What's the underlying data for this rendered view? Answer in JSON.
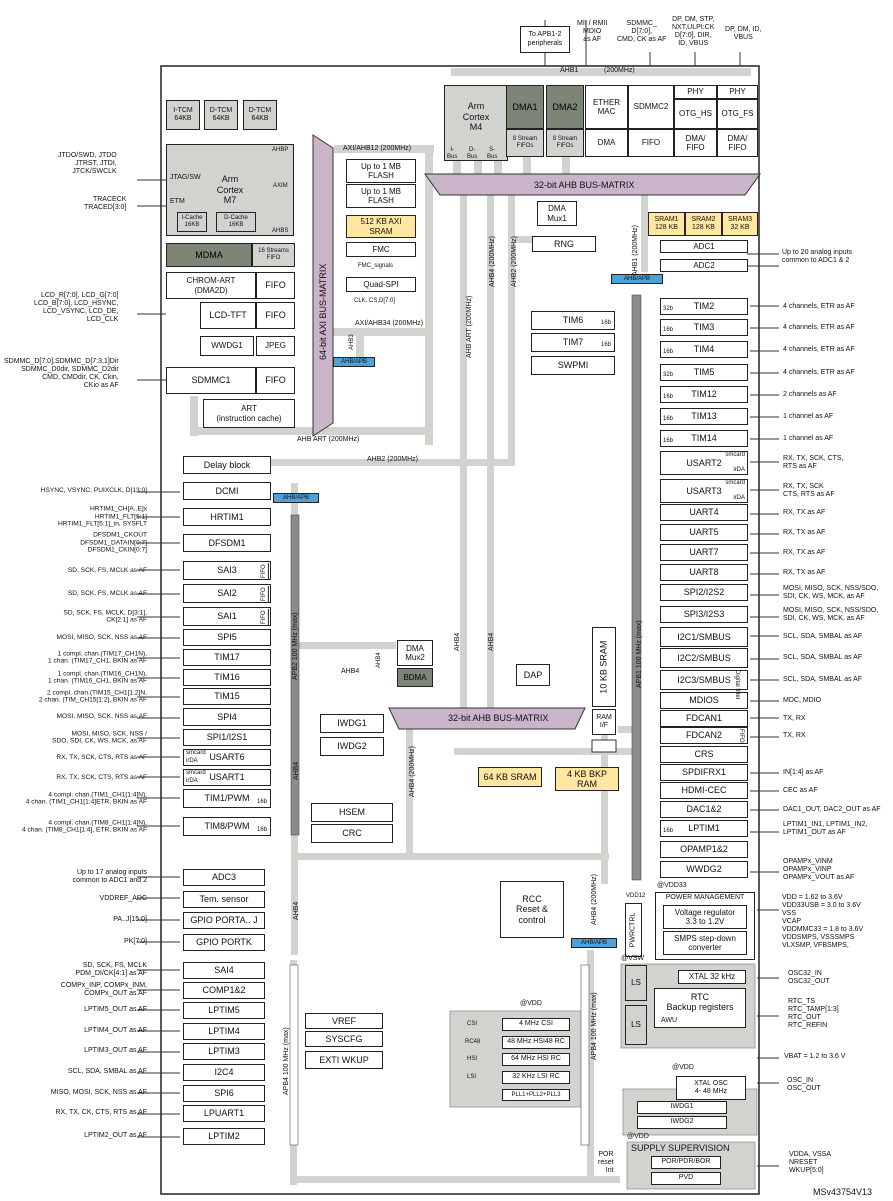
{
  "ref": "MSv43754V13",
  "core": {
    "itcm": "I-TCM\n64KB",
    "dtcm1": "D-TCM\n64KB",
    "dtcm2": "D-TCM\n64KB",
    "cpu": "Arm\nCortex\nM7",
    "jtag": "JTAG/SW",
    "etm": "ETM",
    "axim": "AXIM",
    "ahbp": "AHBP",
    "ahbs": "AHBS",
    "icache": "I-Cache\n16KB",
    "dcache": "D-Cache\n16KB"
  },
  "left_blocks": {
    "mdma": "MDMA",
    "mdma_fifo": "16 Streams\nFIFO",
    "chrom": "CHROM-ART\n(DMA2D)",
    "fifo": "FIFO",
    "lcd": "LCD-TFT",
    "wwdg1": "WWDG1",
    "jpeg": "JPEG",
    "sdmmc1": "SDMMC1",
    "art": "ART\n(instruction cache)"
  },
  "axi": {
    "matrix": "64-bit AXI BUS-MATRIX",
    "bus12": "AXI/AHB12 (200MHz)",
    "bus34": "AXI/AHB34 (200MHz)",
    "flash1": "Up to 1 MB\nFLASH",
    "flash2": "Up to 1 MB\nFLASH",
    "sram": "512 KB AXI\nSRAM",
    "fmc": "FMC",
    "fmc_sig": "FMC_signals",
    "qspi": "Quad-SPI",
    "qspi_sig": "CLK, CS,D[7:0]",
    "ahb3": "AHB3",
    "ahbapb": "AHB/APB",
    "ahbart": "AHB ART (200MHz)"
  },
  "top": {
    "apb12": "To APB1-2\nperipherals",
    "mii": "MII / RMII\nMDIO\nas AF",
    "sdmmc_pins": "SDMMC_\nD[7:0],\nCMD, CK as AF",
    "hs_pins": "DP, DM, STP,\nNXT,ULPI:CK\nD[7:0], DIR,\nID, VBUS",
    "fs_pins": "DP, DM, ID,\nVBUS",
    "ahb1": "AHB1",
    "ahb1_f": "(200MHz)",
    "m4": "Arm\nCortex\nM4",
    "ibus": "I-\nBus",
    "dbus": "D-\nBus",
    "sbus": "S-\nBus",
    "dma1": "DMA1",
    "dma2": "DMA2",
    "stream": "8 Stream\nFIFOs",
    "eth": "ETHER\nMAC",
    "eth_dma": "DMA",
    "sdmmc2": "SDMMC2",
    "sdmmc2_fifo": "FIFO",
    "phy": "PHY",
    "otghs": "OTG_HS",
    "otgfs": "OTG_FS",
    "dmafifo": "DMA/\nFIFO",
    "ahb_matrix": "32-bit AHB BUS-MATRIX"
  },
  "mid": {
    "dmamux1": "DMA\nMux1",
    "sram1": "SRAM1\n128 KB",
    "sram2": "SRAM2\n128 KB",
    "sram3": "SRAM3\n32 KB",
    "rng": "RNG",
    "ahb1_200": "AHB1 (200MHz)",
    "ahb2_200": "AHB2 (200MHz)",
    "ahb4_200": "AHB4 (200MHz)",
    "ahbart_200": "AHB ART (200MHz)",
    "ahb2_h": "AHB2 (200MHz)",
    "adc1": "ADC1",
    "adc2": "ADC2",
    "adc_in": "Up to 20 analog inputs\ncommon to ADC1 & 2",
    "ahbapb": "AHB/APB",
    "tim6": "TIM6",
    "tim7": "TIM7",
    "b16": "16b",
    "b32": "32b",
    "swpmi": "SWPMI",
    "sram10": "10 KB SRAM",
    "ramif": "RAM\nI/F",
    "dap": "DAP",
    "dmamux2": "DMA\nMux2",
    "bdma": "BDMA",
    "ahb4": "AHB4",
    "ahb_matrix2": "32-bit AHB BUS-MATRIX",
    "sram64": "64 KB SRAM",
    "bkp": "4 KB BKP\nRAM",
    "iwdg1": "IWDG1",
    "iwdg2": "IWDG2",
    "hsem": "HSEM",
    "crc": "CRC",
    "rcc": "RCC\nReset &\ncontrol",
    "ahb4_v": "AHB4 (200MHz)",
    "apb1": "APB1 100 MHz (max)",
    "apb2": "APB2 100 MHz (max)",
    "apb4": "APB4 100 MHz (max)",
    "ahb4_l": "AHB4",
    "vref": "VREF",
    "syscfg": "SYSCFG",
    "exti": "EXTI WKUP"
  },
  "apb2_blocks": [
    {
      "label": "Delay block"
    },
    {
      "label": "DCMI"
    },
    {
      "label": "HRTIM1"
    },
    {
      "label": "DFSDM1"
    },
    {
      "label": "SAI3"
    },
    {
      "label": "SAI2"
    },
    {
      "label": "SAI1"
    },
    {
      "label": "SPI5"
    },
    {
      "label": "TIM17"
    },
    {
      "label": "TIM16"
    },
    {
      "label": "TIM15"
    },
    {
      "label": "SPI4"
    },
    {
      "label": "SPI1/I2S1"
    },
    {
      "label": "USART6"
    },
    {
      "label": "USART1"
    },
    {
      "label": "TIM1/PWM"
    },
    {
      "label": "TIM8/PWM"
    }
  ],
  "apb2_pins": [
    "",
    "HSYNC, VSYNC, PUIXCLK, D[13:0]",
    "HRTIM1_CH[A..E]x\nHRTIM1_FLT[5:1]\nHRTIM1_FLT[5:1]_in, SYSFLT",
    "DFSDM1_CKOUT\nDFSDM1_DATAIN[0:7]\nDFSDM1_CKIN[0:7]",
    "SD, SCK, FS, MCLK as AF",
    "SD, SCK, FS, MCLK as AF",
    "SD, SCK, FS, MCLK, D[3:1],\nCK[2:1] as AF",
    "MOSI, MISO, SCK, NSS as AF",
    "1 compl. chan.(TIM17_CH1N),\n1 chan. (TIM17_CH1, BKIN as AF",
    "1 compl. chan.(TIM16_CH1N),\n1 chan. (TIM16_CH1, BKIN as AF",
    "2 compl. chan.(TIM15_CH1[1:2]N,\n2 chan. (TIM_CH15[1:2], BKIN as AF",
    "MOSI, MISO, SCK, NSS as AF",
    "MOSI, MISO, SCK, NSS /\nSDO, SDI, CK, WS, MCK, as AF",
    "RX, TX, SCK, CTS, RTS as AF",
    "RX, TX, SCK, CTS, RTS as AF",
    "4 compl. chan.(TIM1_CH1[1:4]N),\n4 chan. (TIM1_CH1[1:4]ETR, BKIN as AF",
    "4 compl. chan.(TIM8_CH1[1:4]N),\n4 chan. (TIM8_CH1[1:4], ETR, BKIN as AF"
  ],
  "apb1_blocks": [
    {
      "label": "TIM2",
      "w": "32b"
    },
    {
      "label": "TIM3",
      "w": "16b"
    },
    {
      "label": "TIM4",
      "w": "16b"
    },
    {
      "label": "TIM5",
      "w": "32b"
    },
    {
      "label": "TIM12",
      "w": "16b"
    },
    {
      "label": "TIM13",
      "w": "16b"
    },
    {
      "label": "TIM14",
      "w": "16b"
    },
    {
      "label": "USART2",
      "w": ""
    },
    {
      "label": "USART3",
      "w": ""
    },
    {
      "label": "UART4",
      "w": ""
    },
    {
      "label": "UART5",
      "w": ""
    },
    {
      "label": "UART7",
      "w": ""
    },
    {
      "label": "UART8",
      "w": ""
    },
    {
      "label": "SPI2/I2S2",
      "w": ""
    },
    {
      "label": "SPI3/I2S3",
      "w": ""
    },
    {
      "label": "I2C1/SMBUS",
      "w": ""
    },
    {
      "label": "I2C2/SMBUS",
      "w": ""
    },
    {
      "label": "I2C3/SMBUS",
      "w": ""
    },
    {
      "label": "MDIOS",
      "w": ""
    },
    {
      "label": "FDCAN1",
      "w": ""
    },
    {
      "label": "FDCAN2",
      "w": ""
    },
    {
      "label": "CRS",
      "w": ""
    },
    {
      "label": "SPDIFRX1",
      "w": ""
    },
    {
      "label": "HDMI-CEC",
      "w": ""
    },
    {
      "label": "DAC1&2",
      "w": ""
    },
    {
      "label": "LPTIM1",
      "w": "16b"
    },
    {
      "label": "OPAMP1&2",
      "w": ""
    },
    {
      "label": "WWDG2",
      "w": ""
    }
  ],
  "apb1_pins": [
    "4 channels, ETR as AF",
    "4 channels, ETR as AF",
    "4 channels, ETR as AF",
    "4 channels, ETR as AF",
    "2 channels as AF",
    "1 channel as AF",
    "1 channel as AF",
    "RX, TX, SCK, CTS,\nRTS as AF",
    "RX, TX, SCK\nCTS, RTS as AF",
    "RX, TX as AF",
    "RX, TX as AF",
    "RX, TX as AF",
    "RX, TX as AF",
    "MOSI, MISO, SCK, NSS/SDO,\nSDI, CK, WS, MCK, as AF",
    "MOSI, MISO, SCK, NSS/SDO,\nSDI, CK, WS, MCK, as AF",
    "SCL, SDA, SMBAL as AF",
    "SCL, SDA, SMBAL as AF",
    "SCL, SDA, SMBAL as AF",
    "MDC, MDIO",
    "TX, RX",
    "TX, RX",
    "",
    "IN[1:4] as AF",
    "CEC as AF",
    "DAC1_OUT, DAC2_OUT as AF",
    "LPTIM1_IN1, LPTIM1_IN2,\nLPTIM1_OUT as AF",
    "",
    "OPAMPx_VINM\nOPAMPx_VINP\nOPAMPx_VOUT as AF"
  ],
  "smcard": "smcard",
  "irda": "irDA",
  "fifo_v": "FIFO",
  "digfilter": "Digital filter",
  "apb4_blocks": [
    {
      "label": "ADC3"
    },
    {
      "label": "Tem. sensor"
    },
    {
      "label": "GPIO PORTA.. J"
    },
    {
      "label": "GPIO PORTK"
    },
    {
      "label": "SAI4"
    },
    {
      "label": "COMP1&2"
    },
    {
      "label": "LPTIM5"
    },
    {
      "label": "LPTIM4"
    },
    {
      "label": "LPTIM3"
    },
    {
      "label": "I2C4"
    },
    {
      "label": "SPI6"
    },
    {
      "label": "LPUART1"
    },
    {
      "label": "LPTIM2"
    }
  ],
  "apb4_pins": [
    "Up to 17 analog inputs\ncommon to ADC1 and 2",
    "VDDREF_ADC",
    "PA..J[15:0]",
    "PK[7:0]",
    "SD, SCK, FS, MCLK\nPDM_DI/CK[4:1] as AF",
    "COMPx_INP, COMPx_INM,\nCOMPx_OUT as AF",
    "LPTIM5_OUT as AF",
    "LPTIM4_OUT as AF",
    "LPTIM3_OUT as AF",
    "SCL, SDA, SMBAL as AF",
    "MISO, MOSI, SCK, NSS as AF",
    "RX, TX, CK, CTS, RTS as AF",
    "LPTIM2_OUT as AF"
  ],
  "left_pins": {
    "jtag": "JTDO/SWD, JTDO\nJTRST, JTDI,\nJTCK/SWCLK",
    "trace": "TRACECK\nTRACED[3:0]",
    "lcd": "LCD_R[7:0], LCD_G[7:0]\nLCD_B[7:0], LCD_HSYNC,\nLCD_VSYNC, LCD_DE,\nLCD_CLK",
    "sdmmc": "SDMMC_D[7:0],SDMMC_D[7:3,1]Dir\nSDMMC_D0dir, SDMMC_D2dir\nCMD, CMDdir, CK, Ckin,\nCKio as AF"
  },
  "power": {
    "vdd12": "VDD12",
    "vdd33": "@VDD33",
    "pm": "POWER MANAGEMENT",
    "vreg": "Voltage regulator\n3.3 to 1.2V",
    "smps": "SMPS step-down\nconverter",
    "pwrctrl": "PWRCTRL",
    "pins": "VDD = 1.62 to 3.6V\nVDD33USB = 3.0 to 3.6V\nVSS\nVCAP\nVDDMMC33 = 1.8 to 3.6V\nVDDSMPS, VSSSMPS\nVLXSMP, VFBSMPS,",
    "vsw": "@VSW",
    "ls": "LS",
    "xtal32": "XTAL 32 kHz",
    "rtc": "RTC\nBackup registers",
    "awu": "AWU",
    "osc32": "OSC32_IN\nOSC32_OUT",
    "rtc_pins": "RTC_TS\nRTC_TAMP[1:3]\nRTC_OUT\nRTC_REFIN",
    "vbat": "VBAT = 1.2 to 3.6 V",
    "vdd": "@VDD",
    "csi": "4 MHz CSI",
    "hsi48": "48 MHz HSI48 RC",
    "hsi": "64 MHz HSI RC",
    "lsi": "32 KHz LSI RC",
    "pll": "PLL1+PLL2+PLL3",
    "csi_l": "CSI",
    "rc48_l": "RC48",
    "hsi_l": "HSI",
    "lsi_l": "LSI",
    "xtalosc": "XTAL OSC\n4- 48 MHz",
    "osc": "OSC_IN\nOSC_OUT",
    "iwdg1": "IWDG1",
    "iwdg2": "IWDG2",
    "supply": "SUPPLY SUPERVISION",
    "por": "POR/PDR/BOR",
    "pvd": "PVD",
    "por_l": "POR\nreset\nInt",
    "sup_pins": "VDDA, VSSA\nNRESET\nWKUP[5:0]"
  }
}
